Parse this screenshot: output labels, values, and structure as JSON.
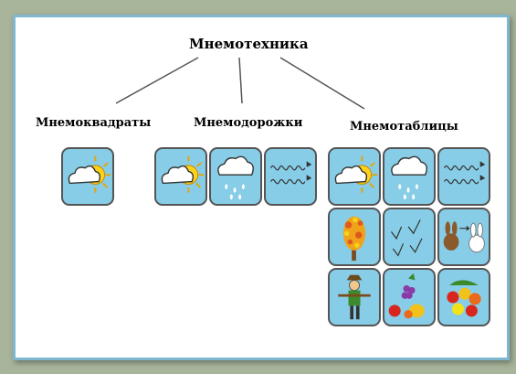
{
  "diagram": {
    "title": "Мнемотехника",
    "branches": [
      {
        "label": "Мнемоквадраты",
        "icons": [
          "sun-cloud-icon"
        ]
      },
      {
        "label": "Мнемодорожки",
        "icons": [
          "sun-cloud-icon",
          "rain-cloud-icon",
          "wind-icon"
        ]
      },
      {
        "label": "Мнемотаблицы",
        "icons": [
          "sun-cloud-icon",
          "rain-cloud-icon",
          "wind-icon",
          "autumn-tree-icon",
          "birds-icon",
          "hare-icon",
          "scarecrow-icon",
          "vegetables-icon",
          "fruits-icon"
        ]
      }
    ]
  },
  "colors": {
    "tile_fill": "#87cde7",
    "frame_border": "#7fb7cf",
    "background": "#a9b59b"
  }
}
